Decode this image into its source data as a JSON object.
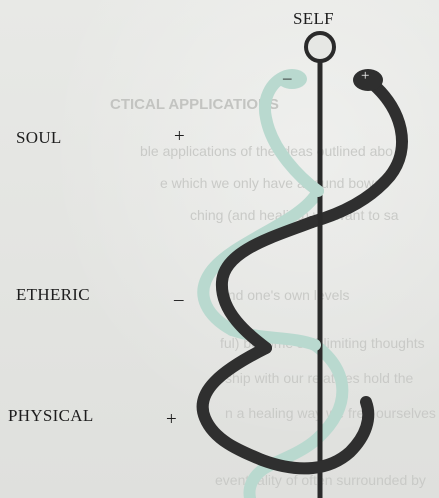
{
  "labels": {
    "self": "SELF",
    "soul": "SOUL",
    "etheric": "ETHERIC",
    "physical": "PHYSICAL"
  },
  "signs": {
    "soul": "+",
    "etheric": "–",
    "physical": "+",
    "inner_left": "–",
    "inner_right": "+"
  },
  "show_through": {
    "line1": "CTICAL APPLICATIONS",
    "line2": "ble applications of the ideas outlined abo",
    "line3": "e which we only have a round bowe",
    "line4": "ching (and healing) we want to sa",
    "line5": "and one's own levels",
    "line6": "ful) become self-limiting thoughts",
    "line7": "ship with our relatives hold the",
    "line8": "n a healing way we free ourselves",
    "line9": "eventuality of often surrounded by"
  },
  "colors": {
    "paper": "#e3e4e1",
    "ink": "#2a2a2a",
    "pale_serpent": "#b9d9cf",
    "dark_serpent": "#333333"
  }
}
